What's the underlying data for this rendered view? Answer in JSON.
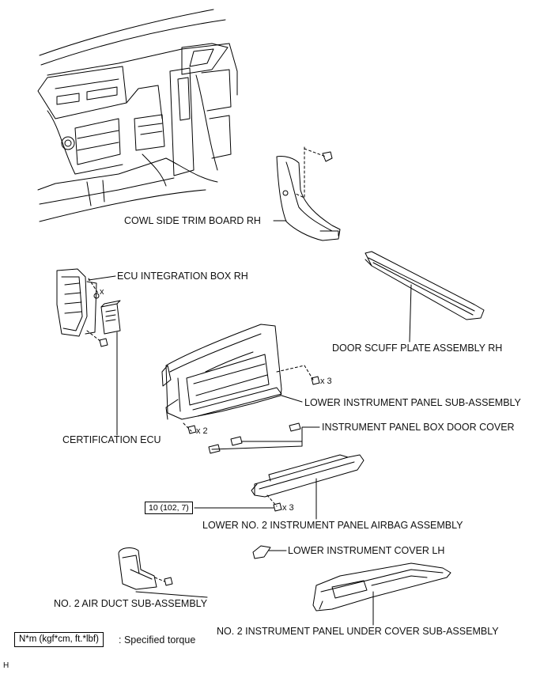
{
  "labels": {
    "cowl_side_trim_board_rh": "COWL SIDE TRIM BOARD RH",
    "ecu_integration_box_rh": "ECU INTEGRATION BOX RH",
    "door_scuff_plate_assembly_rh": "DOOR SCUFF PLATE ASSEMBLY RH",
    "lower_instrument_panel_sub_assembly": "LOWER INSTRUMENT PANEL SUB-ASSEMBLY",
    "instrument_panel_box_door_cover": "INSTRUMENT PANEL BOX DOOR COVER",
    "certification_ecu": "CERTIFICATION  ECU",
    "lower_no2_instrument_panel_airbag_assembly": "LOWER NO. 2 INSTRUMENT PANEL AIRBAG ASSEMBLY",
    "lower_instrument_cover_lh": "LOWER INSTRUMENT COVER LH",
    "no2_air_duct_sub_assembly": "NO. 2 AIR DUCT SUB-ASSEMBLY",
    "no2_instrument_panel_under_cover_sub_assembly": "NO. 2 INSTRUMENT PANEL UNDER COVER SUB-ASSEMBLY"
  },
  "quantities": {
    "ecu_box_screw": "x",
    "lower_panel_screws": "x 3",
    "lower_panel_bolts": "x 2",
    "airbag_bolts": "x 3"
  },
  "torque": {
    "airbag_bolt": "10 (102, 7)"
  },
  "legend": {
    "unit_box": "N*m (kgf*cm, ft.*lbf)",
    "description": ": Specified torque"
  },
  "corner_mark": "H"
}
